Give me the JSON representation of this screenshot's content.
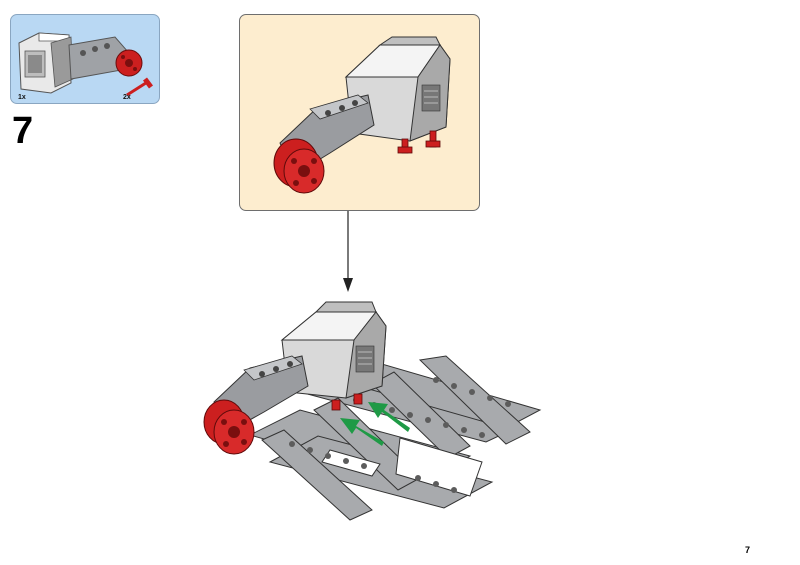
{
  "step": {
    "number": "7"
  },
  "parts_list": [
    {
      "quantity": "1x",
      "part": "large-motor-icon"
    },
    {
      "quantity": "2x",
      "part": "red-axle-pin-icon"
    }
  ],
  "page": {
    "number": "7"
  },
  "colors": {
    "parts_bg": "#b9d8f3",
    "subassembly_bg": "#fdedcf",
    "brick_red": "#cc1f1f",
    "beam_gray": "#a3a5a8",
    "motor_white": "#f3f3f3",
    "arrow_green": "#1f9a46"
  }
}
